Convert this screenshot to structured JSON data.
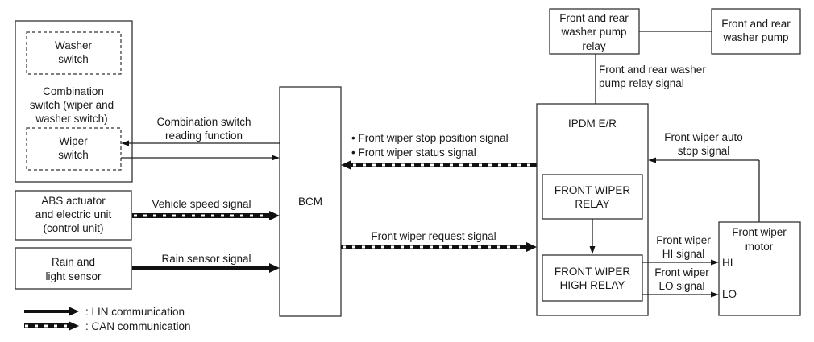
{
  "diagram": {
    "components": {
      "combination_switch": {
        "label": [
          "Combination",
          "switch (wiper and",
          "washer switch)"
        ]
      },
      "washer_switch": {
        "label": [
          "Washer",
          "switch"
        ]
      },
      "wiper_switch": {
        "label": [
          "Wiper",
          "switch"
        ]
      },
      "abs_unit": {
        "label": [
          "ABS actuator",
          "and electric unit",
          "(control unit)"
        ]
      },
      "rain_sensor": {
        "label": [
          "Rain and",
          "light sensor"
        ]
      },
      "bcm": {
        "label": "BCM"
      },
      "ipdm": {
        "label": "IPDM E/R"
      },
      "front_wiper_relay": {
        "label": [
          "FRONT WIPER",
          "RELAY"
        ]
      },
      "front_wiper_high_relay": {
        "label": [
          "FRONT WIPER",
          "HIGH RELAY"
        ]
      },
      "washer_pump_relay": {
        "label": [
          "Front and rear",
          "washer pump",
          "relay"
        ]
      },
      "washer_pump": {
        "label": [
          "Front and rear",
          "washer pump"
        ]
      },
      "wiper_motor": {
        "label": [
          "Front wiper",
          "motor"
        ],
        "terminals": {
          "hi": "HI",
          "lo": "LO"
        }
      }
    },
    "signals": {
      "combination_reading": [
        "Combination switch",
        "reading function"
      ],
      "vehicle_speed": "Vehicle speed signal",
      "rain_sensor": "Rain sensor signal",
      "stop_position": "• Front wiper stop position signal",
      "status": "• Front wiper status signal",
      "request": "Front wiper request signal",
      "pump_relay": [
        "Front and rear washer",
        "pump relay signal"
      ],
      "auto_stop": [
        "Front wiper auto",
        "stop signal"
      ],
      "hi_signal": [
        "Front wiper",
        "HI signal"
      ],
      "lo_signal": [
        "Front wiper",
        "LO signal"
      ]
    },
    "legend": {
      "lin": ": LIN communication",
      "can": ": CAN communication"
    }
  }
}
